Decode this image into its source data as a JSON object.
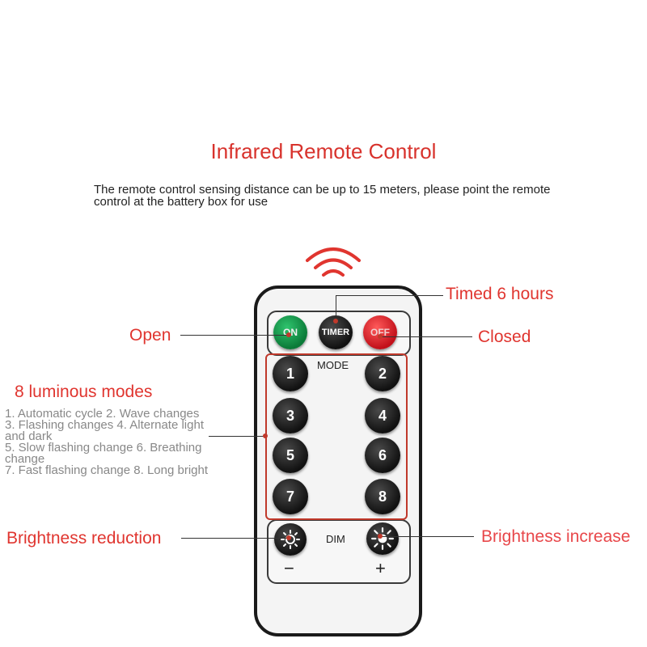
{
  "title": "Infrared Remote Control",
  "description": "The remote control sensing distance can be up to 15 meters, please point the remote control at the battery box for use",
  "labels": {
    "timed": "Timed 6 hours",
    "open": "Open",
    "closed": "Closed",
    "modes_heading": "8 luminous modes",
    "brightness_reduction": "Brightness reduction",
    "brightness_increase": "Brightness increase"
  },
  "modes_list": [
    "1. Automatic cycle 2. Wave changes",
    "3. Flashing changes 4. Alternate light and dark",
    "5. Slow flashing change 6. Breathing change",
    "7. Fast flashing change 8. Long bright"
  ],
  "remote": {
    "on": "ON",
    "timer": "TIMER",
    "off": "OFF",
    "mode": "MODE",
    "dim": "DIM",
    "minus": "−",
    "plus": "+",
    "numbers": [
      "1",
      "2",
      "3",
      "4",
      "5",
      "6",
      "7",
      "8"
    ]
  },
  "colors": {
    "title": "#d8322c",
    "accent_red": "#e0352f",
    "on_button": "#1e9e52",
    "off_button": "#e8202a",
    "remote_border": "#1a1a1a"
  },
  "icons": [
    "signal-waves-icon",
    "sun-icon"
  ]
}
